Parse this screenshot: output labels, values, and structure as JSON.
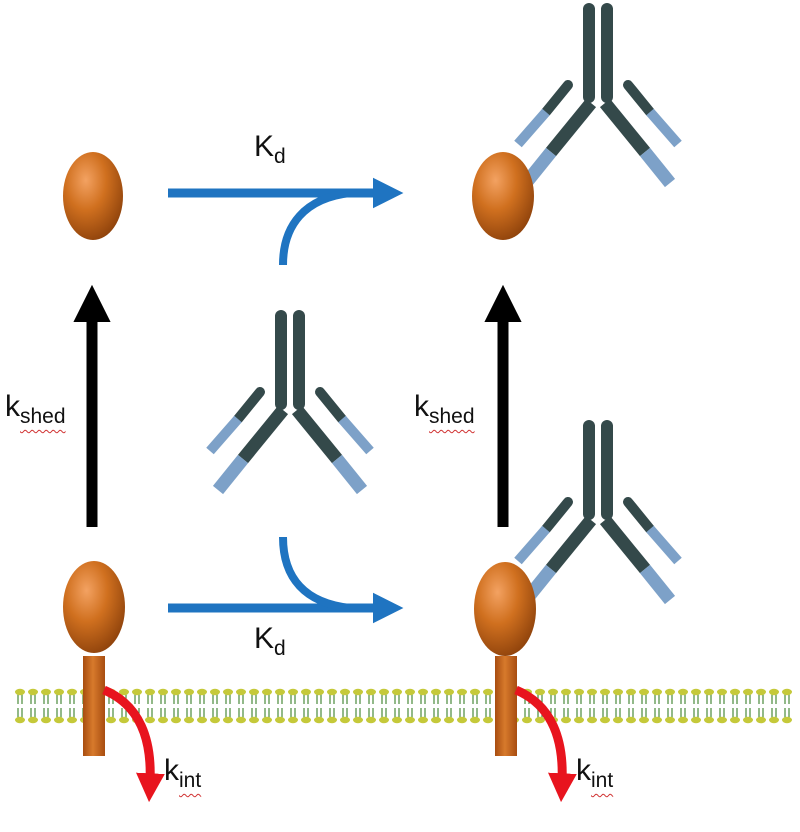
{
  "labels": {
    "kd_top": {
      "main": "K",
      "sub": "d"
    },
    "kd_bottom": {
      "main": "K",
      "sub": "d"
    },
    "kshed_left": {
      "main": "k",
      "sub": "shed"
    },
    "kshed_right": {
      "main": "k",
      "sub": "shed"
    },
    "kint_left": {
      "main": "k",
      "sub": "int"
    },
    "kint_right": {
      "main": "k",
      "sub": "int"
    }
  },
  "colors": {
    "antigen": "#c8651b",
    "antibody_heavy": "#34494a",
    "antibody_light": "#7da1c8",
    "binding_arrow": "#1f74c1",
    "shed_arrow": "#000000",
    "internalization_arrow": "#e8141e",
    "membrane_head": "#c5c93a",
    "membrane_tail": "#4a8a3a"
  },
  "icons": [
    "antigen-icon",
    "antibody-icon",
    "membrane-bilayer-icon"
  ]
}
